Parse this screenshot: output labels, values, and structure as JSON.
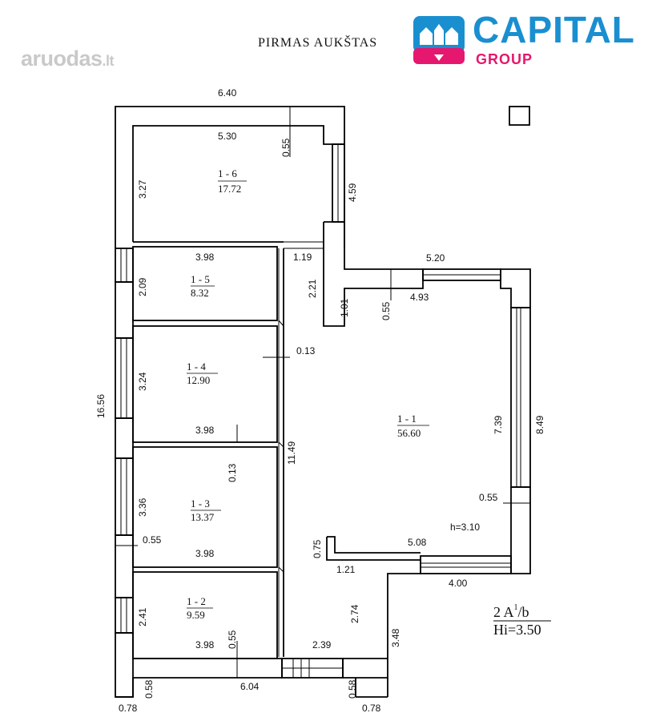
{
  "header": {
    "watermark": "aruodas",
    "watermark_tld": ".lt",
    "title": "PIRMAS AUKŠTAS",
    "brand": "CAPITAL",
    "brand_sub": "GROUP",
    "colors": {
      "brand_blue": "#1a8fd0",
      "brand_pink": "#e6176e",
      "watermark": "#c9c9c9"
    }
  },
  "rooms": [
    {
      "id": "1 - 6",
      "area": "17.72"
    },
    {
      "id": "1 - 5",
      "area": "8.32"
    },
    {
      "id": "1 - 4",
      "area": "12.90"
    },
    {
      "id": "1 - 3",
      "area": "13.37"
    },
    {
      "id": "1 - 2",
      "area": "9.59"
    },
    {
      "id": "1 - 1",
      "area": "56.60"
    }
  ],
  "dimensions": {
    "top_overall": "6.40",
    "r6_width": "5.30",
    "r6_wall": "0.55",
    "r6_height": "3.27",
    "r6_window": "4.59",
    "r5_width": "3.98",
    "r5_gap": "1.19",
    "r5_height": "2.09",
    "post_h": "2.21",
    "post_low": "1.01",
    "step_wall": "0.55",
    "r1_top_outer": "5.20",
    "r1_top_inner": "4.93",
    "r4_wall": "0.13",
    "r4_height": "3.24",
    "left_overall": "16.56",
    "r4_width": "3.98",
    "r3_wall": "0.13",
    "corridor_len": "11.49",
    "r1_inner_h": "7.39",
    "r1_outer_h": "8.49",
    "r3_height": "3.36",
    "right_wall": "0.55",
    "left_wall": "0.55",
    "ceiling_h": "h=3.10",
    "r3_width": "3.98",
    "stub_v": "0.75",
    "stub_h": "5.08",
    "r1_bottom": "4.00",
    "stub_w": "1.21",
    "r2_height": "2.41",
    "hall_h": "2.74",
    "hall_ext": "3.48",
    "r2_wall": "0.55",
    "r2_width": "3.98",
    "entry_w": "2.39",
    "bottom_overall": "6.04",
    "left_pillar": "0.58",
    "right_pillar": "0.58",
    "left_foot": "0.78",
    "right_foot": "0.78"
  },
  "legend": {
    "line1_base": "2  A",
    "line1_sup": "1",
    "line1_tail": "/b",
    "line2": "Hi=3.50"
  }
}
